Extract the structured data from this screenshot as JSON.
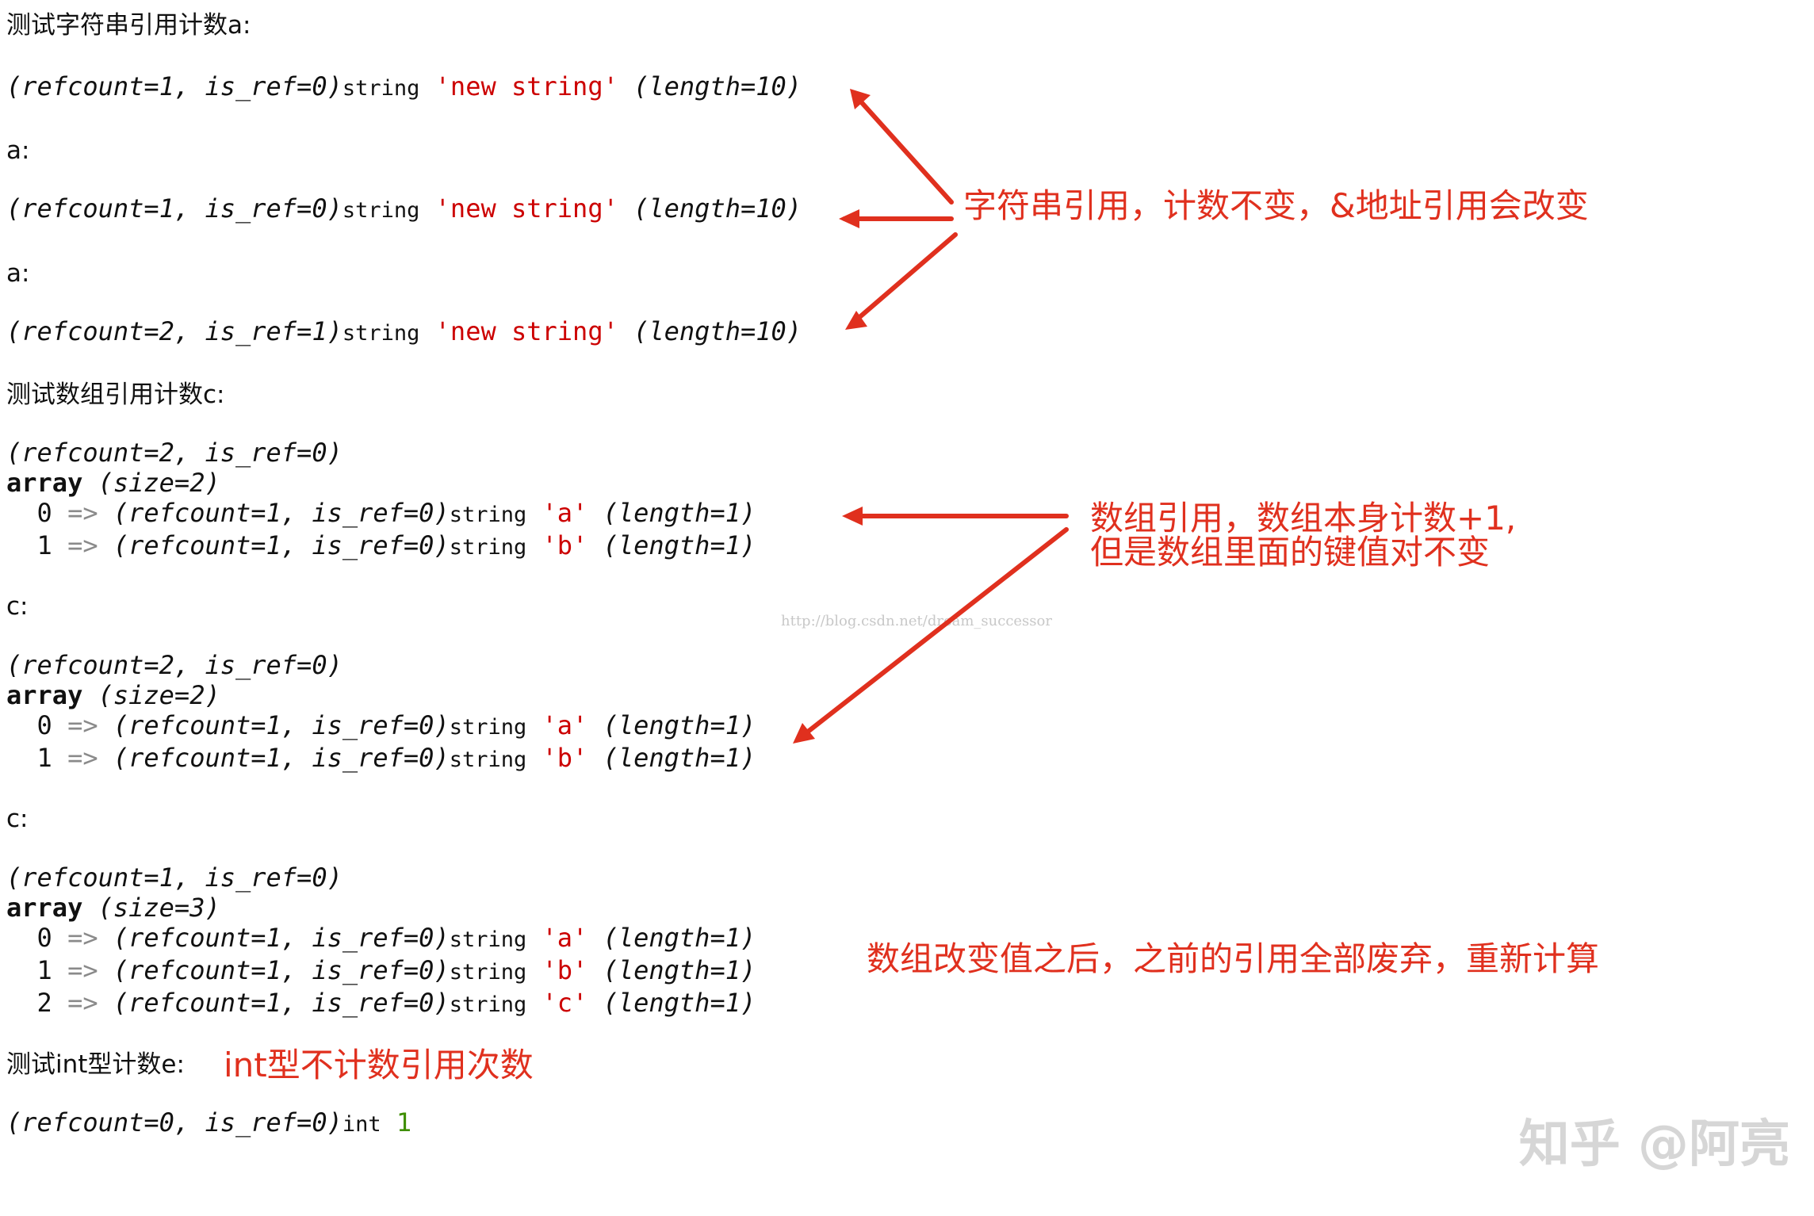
{
  "sections": {
    "string_test": {
      "heading": "测试字符串引用计数a:",
      "label_a1": "a:",
      "label_a2": "a:",
      "line1": {
        "meta": "(refcount=1, is_ref=0)",
        "type": "string",
        "value": "'new string'",
        "len": "(length=10)"
      },
      "line2": {
        "meta": "(refcount=1, is_ref=0)",
        "type": "string",
        "value": "'new string'",
        "len": "(length=10)"
      },
      "line3": {
        "meta": "(refcount=2, is_ref=1)",
        "type": "string",
        "value": "'new string'",
        "len": "(length=10)"
      }
    },
    "array_test": {
      "heading": "测试数组引用计数c:",
      "label_c1": "c:",
      "label_c2": "c:",
      "blocks": [
        {
          "meta": "(refcount=2, is_ref=0)",
          "array_kw": "array",
          "size": "(size=2)",
          "rows": [
            {
              "key": "0",
              "arrow": "=>",
              "meta": "(refcount=1, is_ref=0)",
              "type": "string",
              "value": "'a'",
              "len": "(length=1)"
            },
            {
              "key": "1",
              "arrow": "=>",
              "meta": "(refcount=1, is_ref=0)",
              "type": "string",
              "value": "'b'",
              "len": "(length=1)"
            }
          ]
        },
        {
          "meta": "(refcount=2, is_ref=0)",
          "array_kw": "array",
          "size": "(size=2)",
          "rows": [
            {
              "key": "0",
              "arrow": "=>",
              "meta": "(refcount=1, is_ref=0)",
              "type": "string",
              "value": "'a'",
              "len": "(length=1)"
            },
            {
              "key": "1",
              "arrow": "=>",
              "meta": "(refcount=1, is_ref=0)",
              "type": "string",
              "value": "'b'",
              "len": "(length=1)"
            }
          ]
        },
        {
          "meta": "(refcount=1, is_ref=0)",
          "array_kw": "array",
          "size": "(size=3)",
          "rows": [
            {
              "key": "0",
              "arrow": "=>",
              "meta": "(refcount=1, is_ref=0)",
              "type": "string",
              "value": "'a'",
              "len": "(length=1)"
            },
            {
              "key": "1",
              "arrow": "=>",
              "meta": "(refcount=1, is_ref=0)",
              "type": "string",
              "value": "'b'",
              "len": "(length=1)"
            },
            {
              "key": "2",
              "arrow": "=>",
              "meta": "(refcount=1, is_ref=0)",
              "type": "string",
              "value": "'c'",
              "len": "(length=1)"
            }
          ]
        }
      ]
    },
    "int_test": {
      "heading": "测试int型计数e:",
      "line": {
        "meta": "(refcount=0, is_ref=0)",
        "type": "int",
        "value": "1"
      }
    }
  },
  "annotations": {
    "string_note": "字符串引用，计数不变，&地址引用会改变",
    "array_note_line1": "数组引用，数组本身计数+1,",
    "array_note_line2": "但是数组里面的键值对不变",
    "array_change_note": "数组改变值之后，之前的引用全部废弃，重新计算",
    "int_note": "int型不计数引用次数"
  },
  "watermarks": {
    "url": "http://blog.csdn.net/dream_successor",
    "zhihu": "知乎 @阿亮"
  },
  "colors": {
    "annotation": "#e0301e",
    "string_literal": "#cc0000",
    "int_literal": "#3f8f00",
    "arrow_operator": "#8a8a8a"
  }
}
